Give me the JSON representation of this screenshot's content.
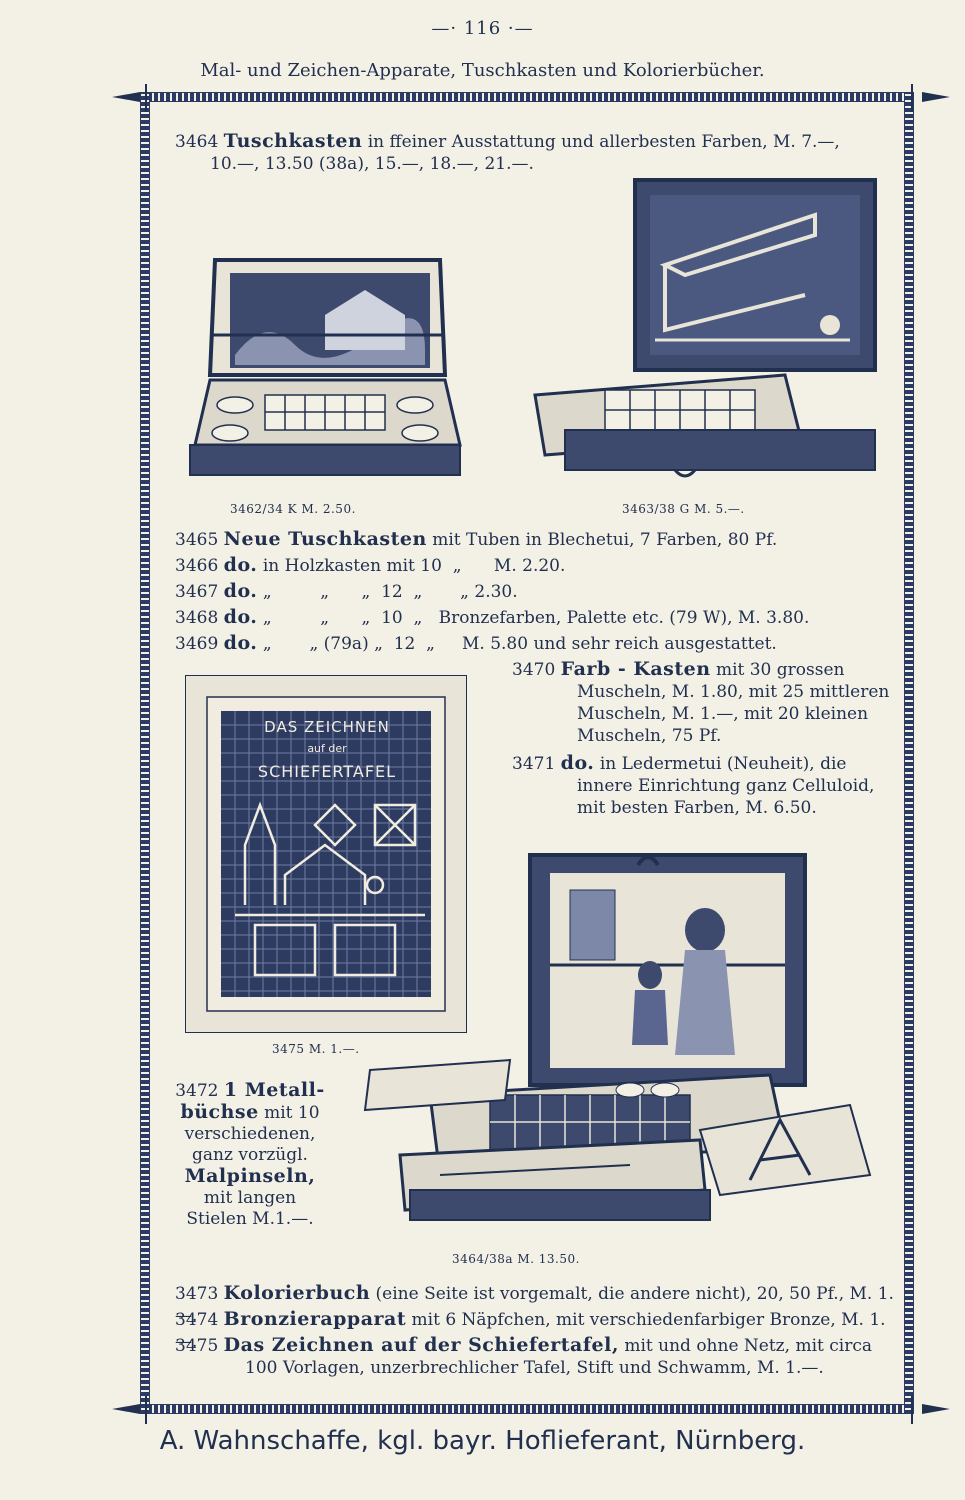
{
  "page_number": "116",
  "header_title": "Mal- und Zeichen-Apparate, Tuschkasten und Kolorierbücher.",
  "entries": {
    "e3464": {
      "num": "3464",
      "title": "Tuschkasten",
      "rest": " in ffeiner Ausstattung und allerbesten Farben, M. 7.—,",
      "line2": "10.—, 13.50 (38a), 15.—, 18.—, 21.—."
    },
    "e3465": {
      "num": "3465",
      "title": "Neue Tuschkasten",
      "rest": " mit Tuben in Blechetui, 7 Farben, 80 Pf."
    },
    "e3466": {
      "num": "3466",
      "title": "do.",
      "rest": " in Holzkasten mit 10  „      M. 2.20."
    },
    "e3467": {
      "num": "3467",
      "title": "do.",
      "rest": " „         „      „  12  „       „ 2.30."
    },
    "e3468": {
      "num": "3468",
      "title": "do.",
      "rest": " „         „      „  10  „   Bronzefarben, Palette etc. (79 W), M. 3.80."
    },
    "e3469": {
      "num": "3469",
      "title": "do.",
      "rest": " „       „ (79a) „  12  „     M. 5.80 und sehr reich ausgestattet."
    },
    "e3470": {
      "num": "3470",
      "title": "Farb - Kasten",
      "rest": " mit 30 grossen",
      "line2": "Muscheln, M. 1.80, mit 25 mittleren",
      "line3": "Muscheln, M. 1.—, mit 20 kleinen",
      "line4": "Muscheln, 75 Pf."
    },
    "e3471": {
      "num": "3471",
      "title": "do.",
      "rest": " in Ledermetui (Neuheit), die",
      "line2": "innere Einrichtung ganz Celluloid,",
      "line3": "mit besten Farben, M. 6.50."
    },
    "e3472": {
      "num": "3472",
      "title": "1 Metall-",
      "line2_bold": "büchse",
      "line2": " mit 10",
      "line3": "verschiedenen,",
      "line4": "ganz vorzügl.",
      "line5_bold": "Malpinseln,",
      "line6": "mit langen",
      "line7": "Stielen M.1.—."
    },
    "e3473": {
      "num": "3473",
      "title": "Kolorierbuch",
      "rest": " (eine Seite ist vorgemalt, die andere nicht), 20, 50 Pf., M. 1.—."
    },
    "e3474": {
      "num": "3474",
      "title": "Bronzierapparat",
      "rest": " mit 6 Näpfchen, mit verschiedenfarbiger Bronze, M. 1.—."
    },
    "e3475": {
      "num": "3475",
      "title": "Das Zeichnen auf der Schiefertafel,",
      "rest": " mit und ohne Netz, mit circa",
      "line2": "100 Vorlagen, unzerbrechlicher Tafel, Stift und Schwamm, M. 1.—."
    }
  },
  "captions": {
    "c1": "3462/34 K  M. 2.50.",
    "c2": "3463/38 G  M. 5.—.",
    "c3": "3475  M. 1.—.",
    "c4": "3464/38a  M. 13.50."
  },
  "slate_text": {
    "line1": "DAS ZEICHNEN",
    "line2": "auf der",
    "line3": "SCHIEFERTAFEL"
  },
  "footer": "A. Wahnschaffe, kgl. bayr. Hoflieferant, Nürnberg.",
  "colors": {
    "ink": "#22304f",
    "paper": "#f3f0e6"
  }
}
